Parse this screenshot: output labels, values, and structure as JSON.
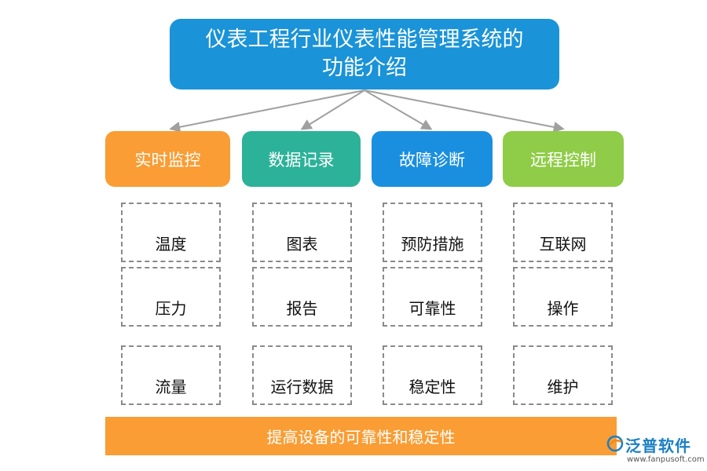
{
  "title": {
    "line1": "仪表工程行业仪表性能管理系统的",
    "line2": "功能介绍"
  },
  "categories": [
    {
      "label": "实时监控",
      "color": "#f99d34",
      "items": [
        "温度",
        "压力",
        "流量"
      ]
    },
    {
      "label": "数据记录",
      "color": "#2db29a",
      "items": [
        "图表",
        "报告",
        "运行数据"
      ]
    },
    {
      "label": "故障诊断",
      "color": "#1a8fe0",
      "items": [
        "预防措施",
        "可靠性",
        "稳定性"
      ]
    },
    {
      "label": "远程控制",
      "color": "#8fcc47",
      "items": [
        "互联网",
        "操作",
        "维护"
      ]
    }
  ],
  "footer": {
    "label": "提高设备的可靠性和稳定性"
  },
  "logo": {
    "name": "泛普软件",
    "url": "www.fanpusoft.com",
    "icon": "fanpu-logo-icon"
  }
}
